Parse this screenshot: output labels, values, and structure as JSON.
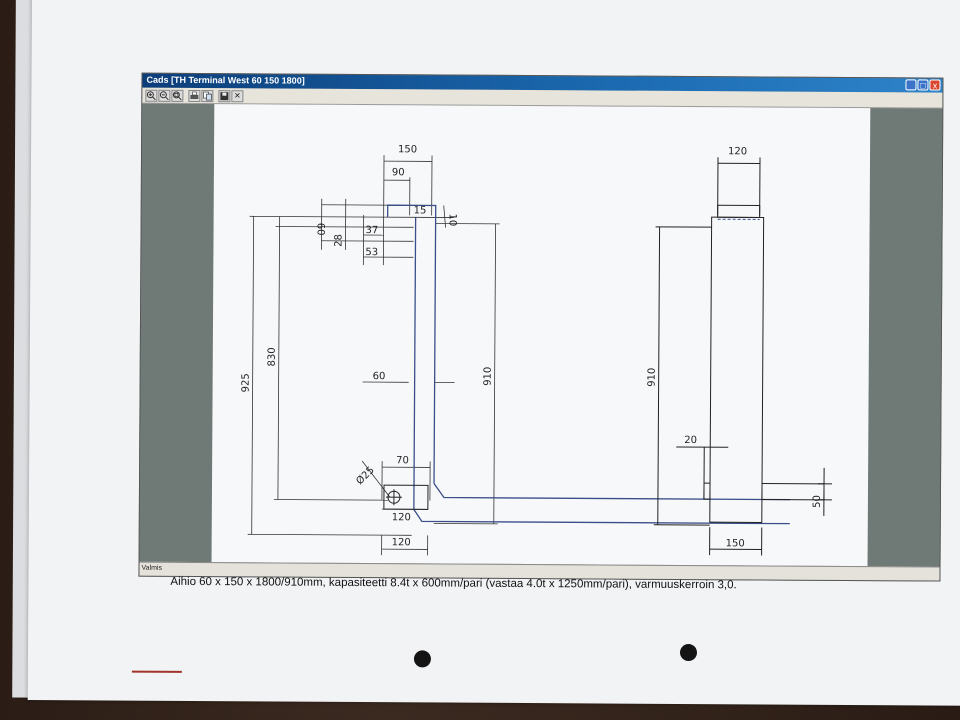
{
  "window": {
    "title": "Cads  [TH Terminal West 60 150 1800]",
    "controls": {
      "minimize": "_",
      "maximize": "□",
      "close": "x"
    }
  },
  "toolbar": {
    "buttons": [
      {
        "icon": "zoom-in-icon"
      },
      {
        "icon": "zoom-out-icon"
      },
      {
        "icon": "zoom-fit-icon"
      },
      {
        "icon": "print-icon"
      },
      {
        "icon": "copy-icon"
      },
      {
        "icon": "save-icon"
      },
      {
        "icon": "close-icon",
        "label": "✕"
      }
    ]
  },
  "status": {
    "text": "Valmis"
  },
  "drawing": {
    "side_view": {
      "dims": {
        "d150": "150",
        "d90": "90",
        "d60": "60",
        "d15": "15",
        "d10": "10",
        "d37": "37",
        "d28": "28",
        "d53": "53",
        "d925": "925",
        "d830": "830",
        "d910": "910",
        "d60b": "60",
        "d70": "70",
        "d25": "Ø25",
        "d120a": "120",
        "d120b": "120"
      }
    },
    "front_view": {
      "dims": {
        "d120": "120",
        "d910": "910",
        "d20": "20",
        "d50": "50",
        "d150": "150"
      }
    }
  },
  "caption": "Aihio 60 x 150 x 1800/910mm, kapasiteetti 8.4t x 600mm/pari (vastaa 4.0t x 1250mm/pari), varmuuskerroin 3,0.",
  "colors": {
    "titlebar": "#1c6bb2",
    "panel_gray": "#6f7975",
    "outline_blue": "#3a4f8a"
  }
}
